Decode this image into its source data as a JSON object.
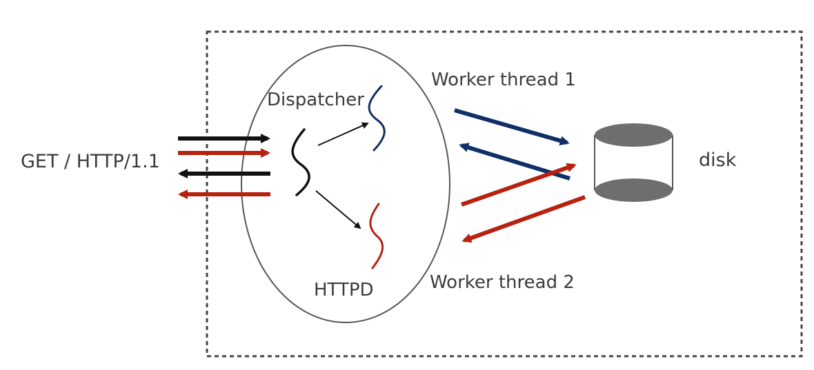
{
  "labels": {
    "request": "GET / HTTP/1.1",
    "dispatcher": "Dispatcher",
    "httpd": "HTTPD",
    "worker1": "Worker thread 1",
    "worker2": "Worker thread 2",
    "disk": "disk"
  },
  "colors": {
    "black": "#111111",
    "red": "#b8200f",
    "blue": "#0f2f66",
    "outline": "#444444",
    "disk_fill": "#6e6e6e",
    "text": "#3a3a3a"
  }
}
